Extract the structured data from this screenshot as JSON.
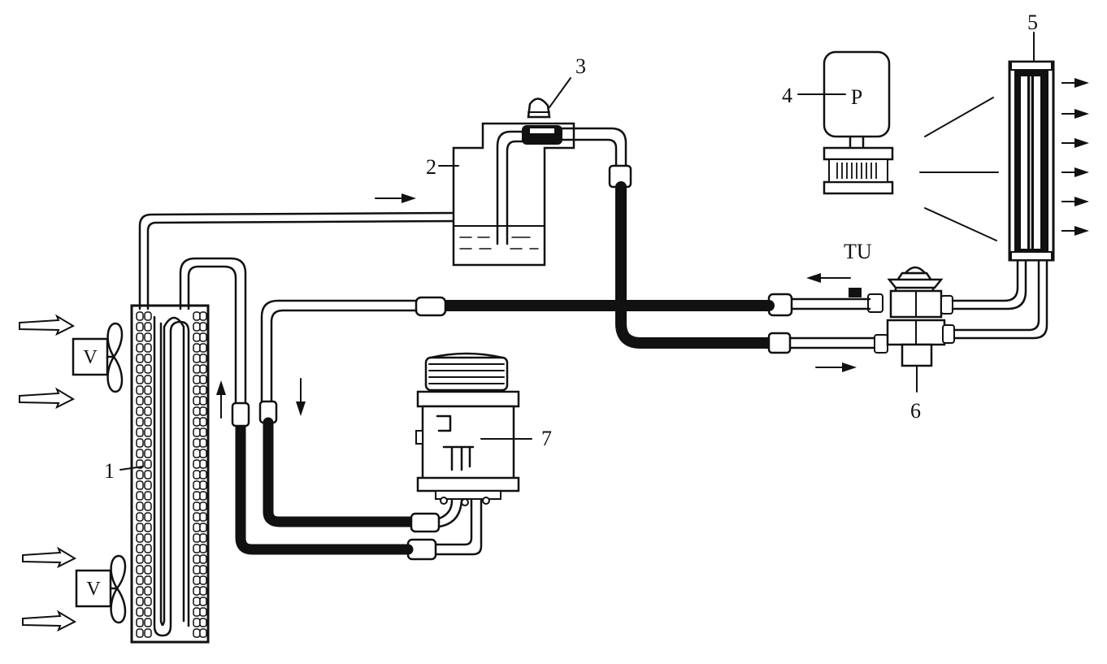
{
  "labels": {
    "condenser": "1",
    "receiver": "2",
    "sight_glass": "3",
    "pressure_switch": "4",
    "evaporator": "5",
    "expansion_valve": "6",
    "compressor": "7",
    "temp_sensor": "TU",
    "pressure_symbol": "P",
    "fan_motor_upper": "V",
    "fan_motor_lower": "V"
  },
  "colors": {
    "line": "#111111",
    "background": "#ffffff"
  }
}
